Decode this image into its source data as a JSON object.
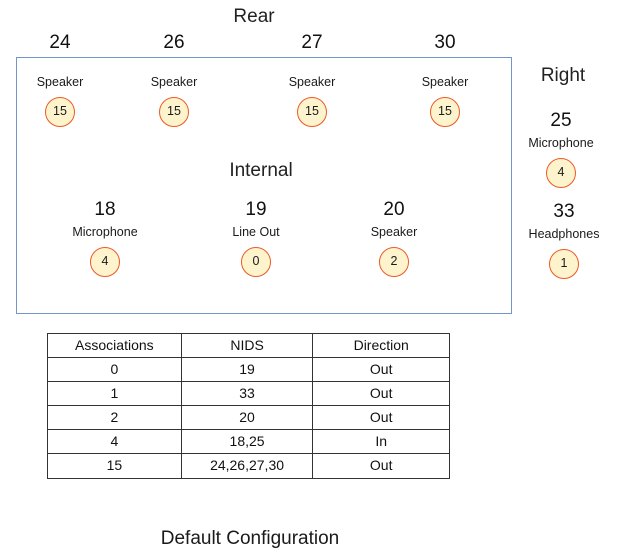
{
  "figure": {
    "caption": "Default Configuration"
  },
  "sections": {
    "rear": {
      "title": "Rear",
      "nodes": [
        {
          "nid": "24",
          "device": "Speaker",
          "association": "15"
        },
        {
          "nid": "26",
          "device": "Speaker",
          "association": "15"
        },
        {
          "nid": "27",
          "device": "Speaker",
          "association": "15"
        },
        {
          "nid": "30",
          "device": "Speaker",
          "association": "15"
        }
      ]
    },
    "internal": {
      "title": "Internal",
      "nodes": [
        {
          "nid": "18",
          "device": "Microphone",
          "association": "4"
        },
        {
          "nid": "19",
          "device": "Line Out",
          "association": "0"
        },
        {
          "nid": "20",
          "device": "Speaker",
          "association": "2"
        }
      ]
    },
    "right": {
      "title": "Right",
      "nodes": [
        {
          "nid": "25",
          "device": "Microphone",
          "association": "4"
        },
        {
          "nid": "33",
          "device": "Headphones",
          "association": "1"
        }
      ]
    }
  },
  "table": {
    "headers": [
      "Associations",
      "NIDS",
      "Direction"
    ],
    "rows": [
      {
        "association": "0",
        "nids": "19",
        "direction": "Out"
      },
      {
        "association": "1",
        "nids": "33",
        "direction": "Out"
      },
      {
        "association": "2",
        "nids": "20",
        "direction": "Out"
      },
      {
        "association": "4",
        "nids": "18,25",
        "direction": "In"
      },
      {
        "association": "15",
        "nids": "24,26,27,30",
        "direction": "Out"
      }
    ]
  },
  "colors": {
    "box_border": "#7395c7",
    "circle_fill": "#fdf3cd",
    "circle_border": "#ee5a24",
    "table_border": "#333333",
    "text": "#1a1a1a"
  }
}
